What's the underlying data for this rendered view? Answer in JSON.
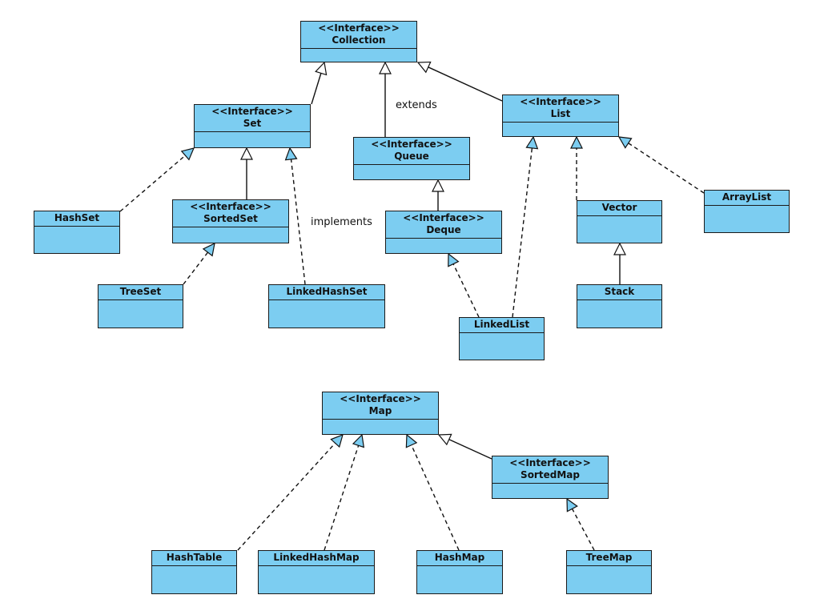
{
  "labels": {
    "extends": "extends",
    "implements": "implements"
  },
  "stereotype": "<<Interface>>",
  "nodes": {
    "collection": {
      "name": "Collection",
      "interface": true
    },
    "set": {
      "name": "Set",
      "interface": true
    },
    "queue": {
      "name": "Queue",
      "interface": true
    },
    "list": {
      "name": "List",
      "interface": true
    },
    "sortedset": {
      "name": "SortedSet",
      "interface": true
    },
    "deque": {
      "name": "Deque",
      "interface": true
    },
    "hashset": {
      "name": "HashSet",
      "interface": false
    },
    "treeset": {
      "name": "TreeSet",
      "interface": false
    },
    "linkedhashset": {
      "name": "LinkedHashSet",
      "interface": false
    },
    "linkedlist": {
      "name": "LinkedList",
      "interface": false
    },
    "vector": {
      "name": "Vector",
      "interface": false
    },
    "stack": {
      "name": "Stack",
      "interface": false
    },
    "arraylist": {
      "name": "ArrayList",
      "interface": false
    },
    "map": {
      "name": "Map",
      "interface": true
    },
    "sortedmap": {
      "name": "SortedMap",
      "interface": true
    },
    "hashtable": {
      "name": "HashTable",
      "interface": false
    },
    "linkedhashmap": {
      "name": "LinkedHashMap",
      "interface": false
    },
    "hashmap": {
      "name": "HashMap",
      "interface": false
    },
    "treemap": {
      "name": "TreeMap",
      "interface": false
    }
  },
  "relations": [
    {
      "from": "set",
      "to": "collection",
      "kind": "extends"
    },
    {
      "from": "queue",
      "to": "collection",
      "kind": "extends"
    },
    {
      "from": "list",
      "to": "collection",
      "kind": "extends"
    },
    {
      "from": "sortedset",
      "to": "set",
      "kind": "extends"
    },
    {
      "from": "deque",
      "to": "queue",
      "kind": "extends"
    },
    {
      "from": "hashset",
      "to": "set",
      "kind": "implements"
    },
    {
      "from": "linkedhashset",
      "to": "set",
      "kind": "implements"
    },
    {
      "from": "treeset",
      "to": "sortedset",
      "kind": "implements"
    },
    {
      "from": "linkedlist",
      "to": "deque",
      "kind": "implements"
    },
    {
      "from": "linkedlist",
      "to": "list",
      "kind": "implements"
    },
    {
      "from": "vector",
      "to": "list",
      "kind": "implements"
    },
    {
      "from": "arraylist",
      "to": "list",
      "kind": "implements"
    },
    {
      "from": "stack",
      "to": "vector",
      "kind": "extends"
    },
    {
      "from": "sortedmap",
      "to": "map",
      "kind": "extends"
    },
    {
      "from": "hashtable",
      "to": "map",
      "kind": "implements"
    },
    {
      "from": "linkedhashmap",
      "to": "map",
      "kind": "implements"
    },
    {
      "from": "hashmap",
      "to": "map",
      "kind": "implements"
    },
    {
      "from": "treemap",
      "to": "sortedmap",
      "kind": "implements"
    }
  ]
}
